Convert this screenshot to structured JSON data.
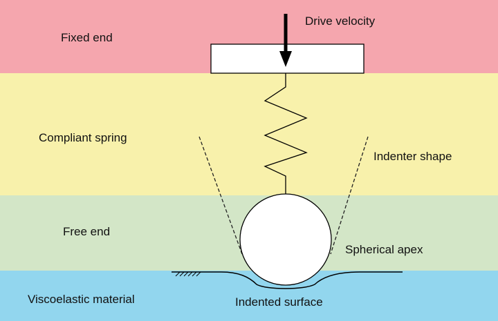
{
  "regions": [
    {
      "key": "fixed",
      "label": "Fixed end",
      "color": "#f5a6ae"
    },
    {
      "key": "spring",
      "label": "Compliant spring",
      "color": "#f8f1ab"
    },
    {
      "key": "free",
      "label": "Free end",
      "color": "#d3e6c7"
    },
    {
      "key": "visco",
      "label": "Viscoelastic material",
      "color": "#92d6ee"
    }
  ],
  "annotations": {
    "drive_velocity": "Drive velocity",
    "indenter_shape": "Indenter shape",
    "spherical_apex": "Spherical apex",
    "indented_surface": "Indented surface"
  }
}
